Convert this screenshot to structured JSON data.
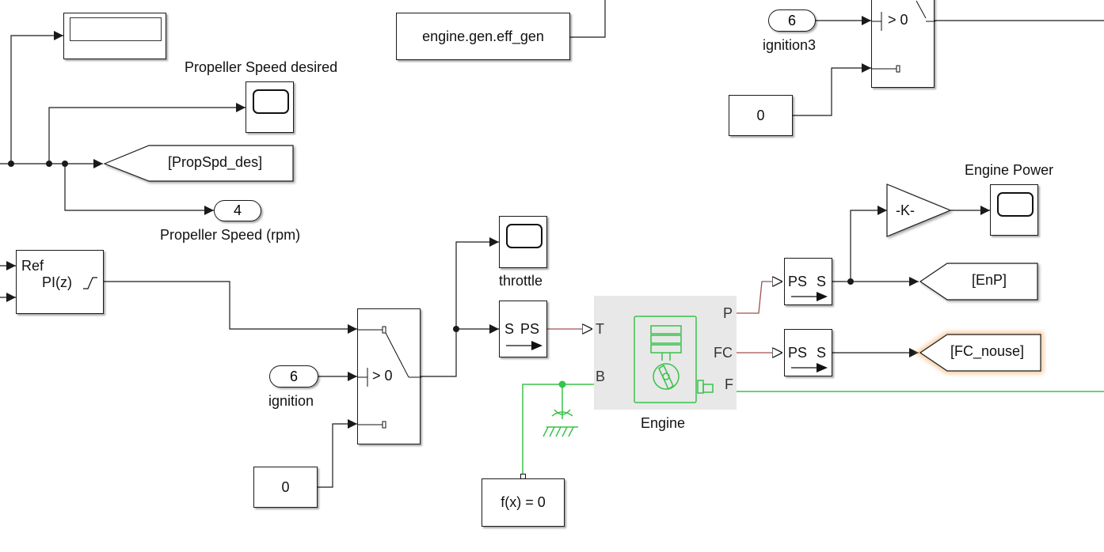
{
  "blocks": {
    "gen_eff": "engine.gen.eff_gen",
    "prop_speed_desired_title": "Propeller Speed desired",
    "propspd_goto": "[PropSpd_des]",
    "outport4_num": "4",
    "outport4_label": "Propeller Speed (rpm)",
    "pi_ref": "Ref",
    "pi_label": "PI(z)",
    "throttle_label": "throttle",
    "sps_s": "S",
    "sps_ps": "PS",
    "ignition_num": "6",
    "ignition_label": "ignition",
    "switch_threshold": "> 0",
    "const0_a": "0",
    "const0_b": "0",
    "ignition3_num": "6",
    "ignition3_label": "ignition3",
    "switch2_threshold": "> 0",
    "engine_label": "Engine",
    "engine_port_T": "T",
    "engine_port_B": "B",
    "engine_port_P": "P",
    "engine_port_FC": "FC",
    "engine_port_F": "F",
    "solver": "f(x) = 0",
    "ps_s_ps": "PS",
    "ps_s_s": "S",
    "ps_s2_ps": "PS",
    "ps_s2_s": "S",
    "gain": "-K-",
    "engine_power_title": "Engine Power",
    "enp_goto": "[EnP]",
    "fc_goto": "[FC_nouse]"
  },
  "colors": {
    "line": "#1a1a1a",
    "physical_signal": "#a0524d",
    "mechanical": "#39c24a",
    "highlight": "#f2a65a",
    "subsystem_bg": "#e8e8e8"
  }
}
